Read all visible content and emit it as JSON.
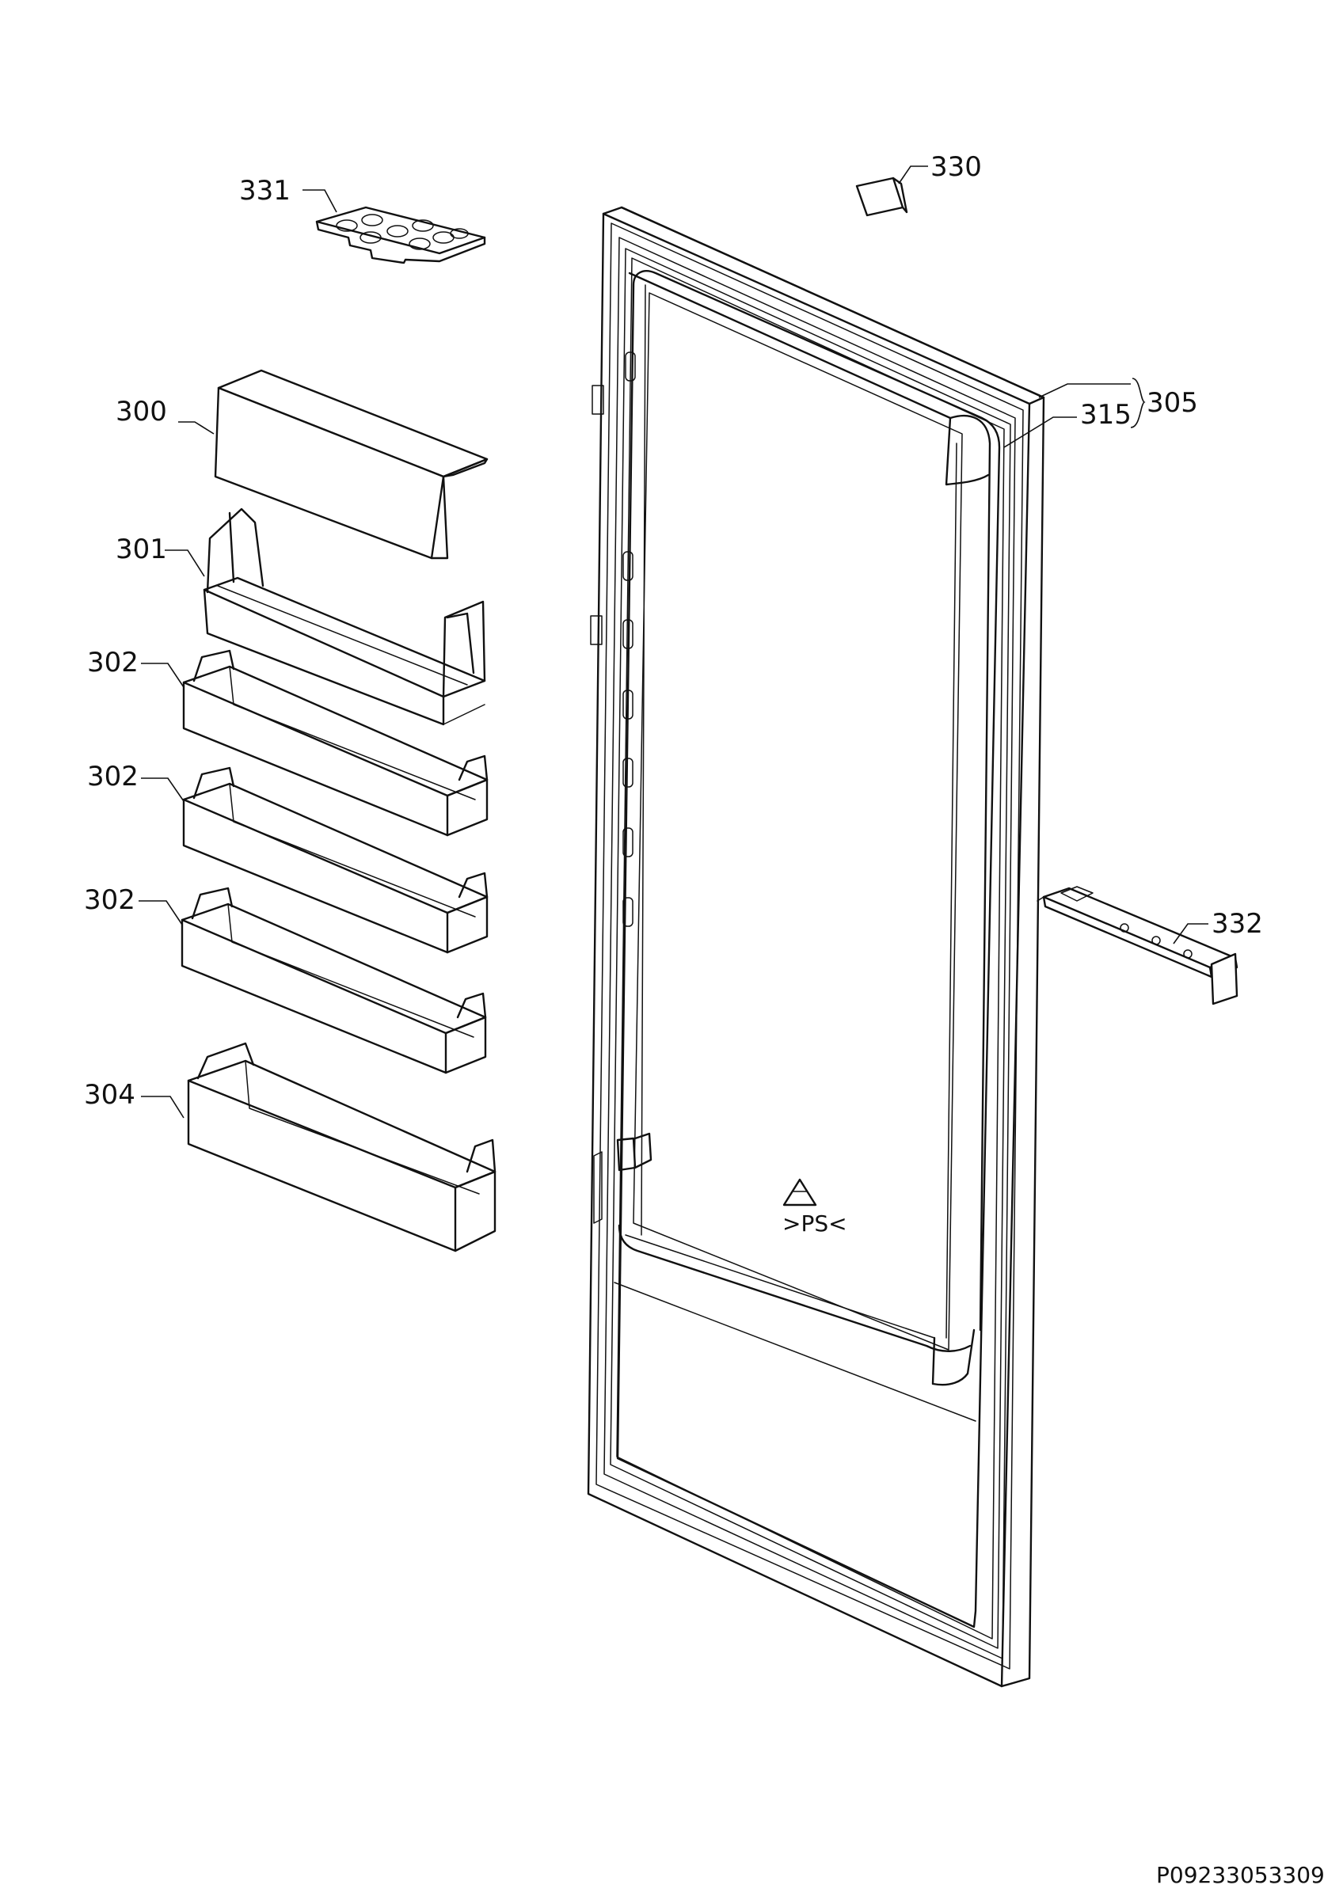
{
  "labels": {
    "p300": "300",
    "p301": "301",
    "p302a": "302",
    "p302b": "302",
    "p302c": "302",
    "p304": "304",
    "p305": "305",
    "p315": "315",
    "p330": "330",
    "p331": "331",
    "p332": "332"
  },
  "drawing_code": "P09233053309",
  "colors": {
    "line": "#111111",
    "background": "#ffffff"
  },
  "icons": {
    "recycle": "recycle-ps-icon"
  }
}
